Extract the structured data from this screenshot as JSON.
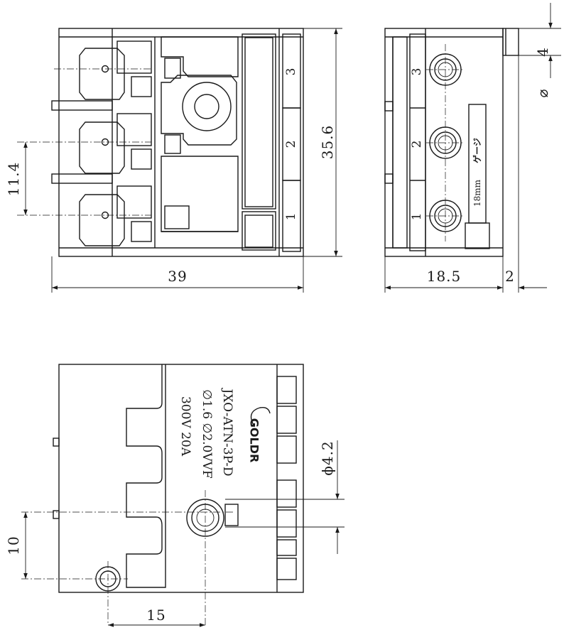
{
  "dimensions": {
    "width_39": "39",
    "height_35_6": "35.6",
    "pitch_11_4": "11.4",
    "depth_18_5": "18.5",
    "offset_2": "2",
    "pin_4": "4",
    "diameter_symbol": "⌀",
    "hole_4_2": "ϕ4.2",
    "spacing_10": "10",
    "spacing_15": "15"
  },
  "terminals": [
    "1",
    "2",
    "3"
  ],
  "side_label": {
    "gauge": "18mm",
    "mark": "ゲージ"
  },
  "nameplate": {
    "brand": "GOLDR",
    "model": "JXO-ATN-3P-D",
    "wire": "∅1.6 ∅2.0VVF",
    "rating": "300V 20A"
  }
}
